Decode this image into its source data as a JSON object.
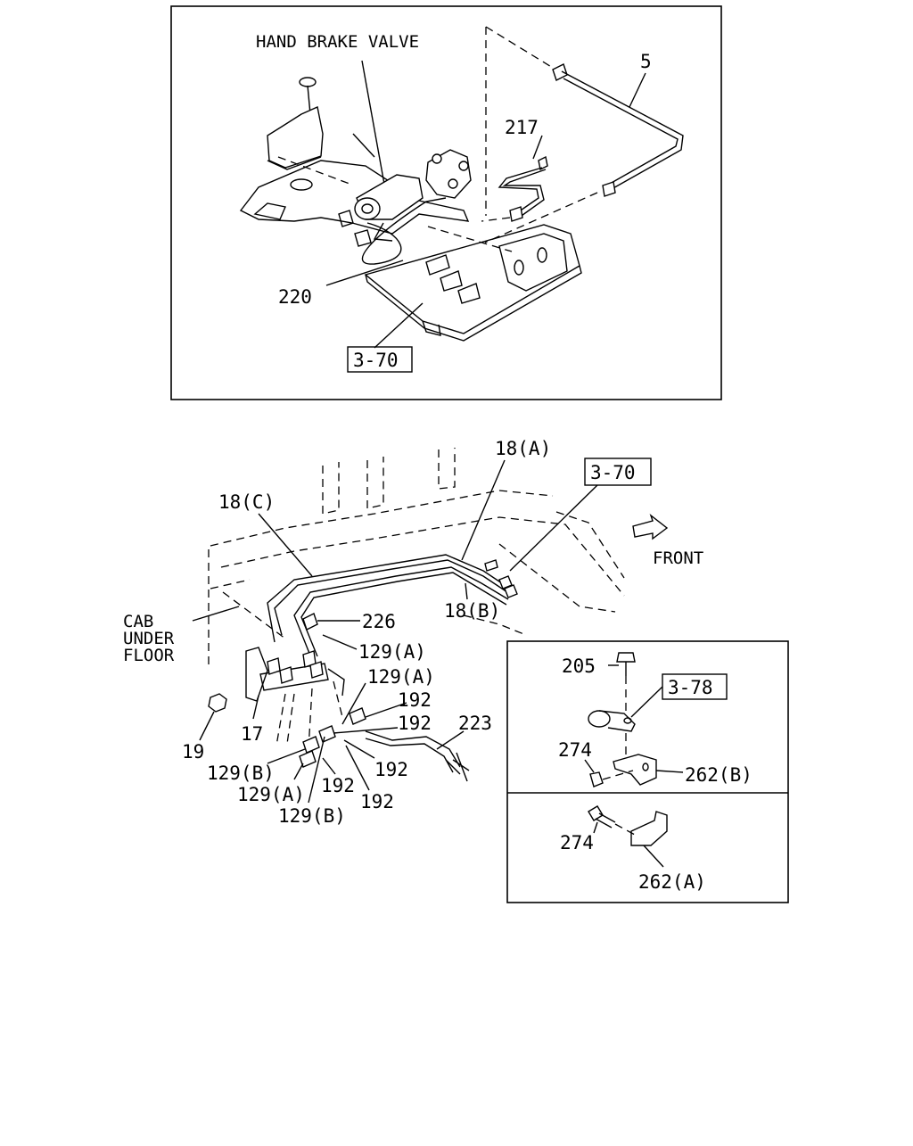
{
  "top_panel": {
    "title": "HAND BRAKE VALVE",
    "labels": {
      "p5": "5",
      "p217": "217",
      "p220": "220",
      "ref": "3-70"
    }
  },
  "bottom_panel": {
    "labels": {
      "p18a": "18(A)",
      "ref370": "3-70",
      "p18c": "18(C)",
      "front": "FRONT",
      "cab1": "CAB",
      "cab2": "UNDER",
      "cab3": "FLOOR",
      "p226": "226",
      "p18b": "18(B)",
      "p129a_1": "129(A)",
      "p129a_2": "129(A)",
      "p192_1": "192",
      "p192_2": "192",
      "p223": "223",
      "p19": "19",
      "p17": "17",
      "p129b_1": "129(B)",
      "p129a_3": "129(A)",
      "p192_3": "192",
      "p192_4": "192",
      "p192_5": "192",
      "p129b_2": "129(B)"
    }
  },
  "inset_panel": {
    "labels": {
      "p205": "205",
      "ref378": "3-78",
      "p274_1": "274",
      "p262b": "262(B)",
      "p274_2": "274",
      "p262a": "262(A)"
    }
  }
}
